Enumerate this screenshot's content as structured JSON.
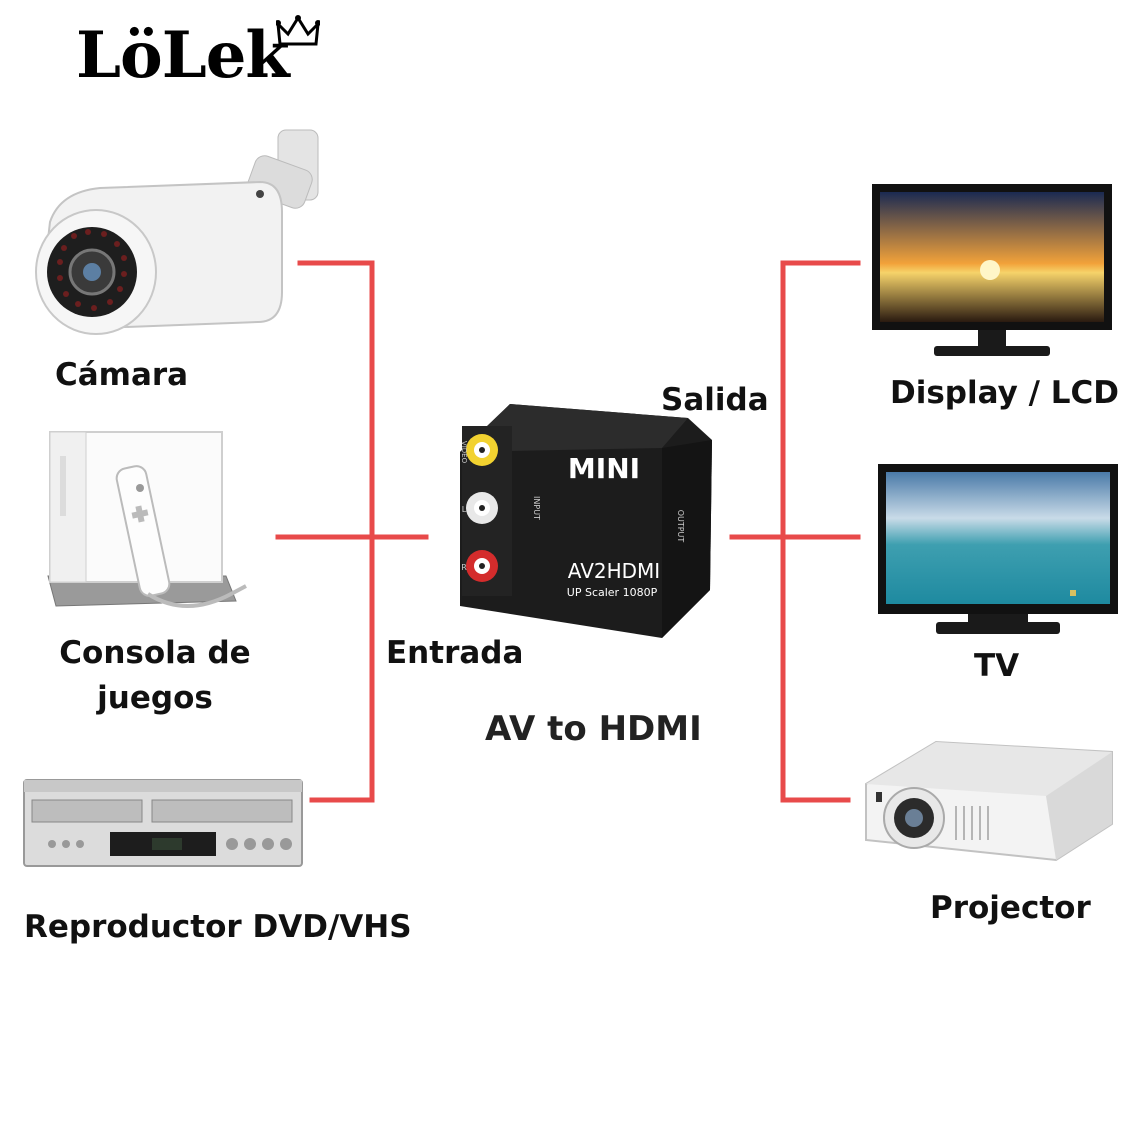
{
  "brand": {
    "logo_text": "LöLek",
    "crown_icon": "crown-icon"
  },
  "inputs": {
    "camera": "Cámara",
    "console_line1": "Consola de",
    "console_line2": "juegos",
    "dvd_vhs": "Reproductor DVD/VHS"
  },
  "outputs": {
    "display_lcd": "Display / LCD",
    "tv": "TV",
    "projector": "Projector"
  },
  "converter": {
    "caption": "AV to HDMI",
    "input_label": "Entrada",
    "output_label": "Salida",
    "badge": "MINI",
    "model": "AV2HDMI",
    "subtitle": "UP Scaler 1080P",
    "port_input": "INPUT",
    "port_output": "OUTPUT",
    "port_video": "VIDEO",
    "port_l": "L",
    "port_r": "R"
  },
  "colors": {
    "connector_line": "#e84a4a",
    "device_body": "#2a2a2a"
  },
  "icons": [
    "camera-icon",
    "game-console-icon",
    "dvd-vhs-player-icon",
    "lcd-display-icon",
    "tv-icon",
    "projector-icon"
  ]
}
